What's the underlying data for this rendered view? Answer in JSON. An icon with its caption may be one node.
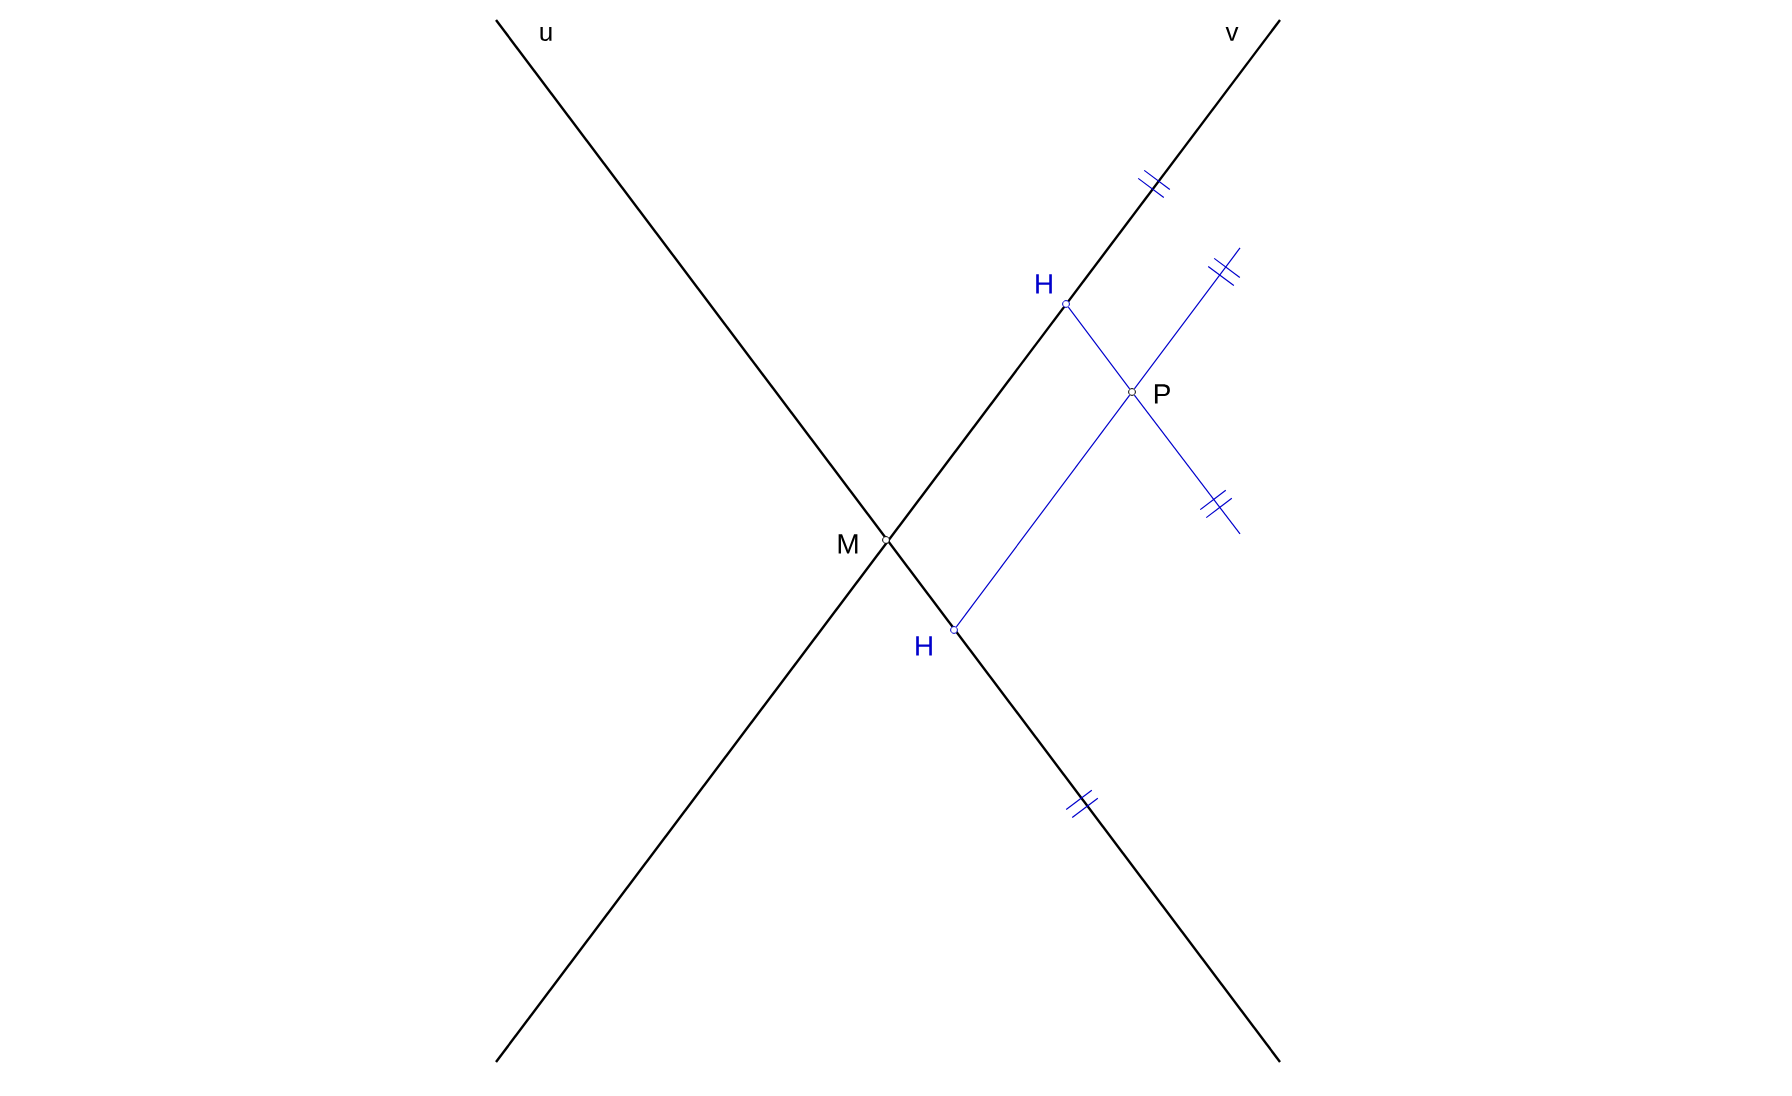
{
  "diagram": {
    "nodes": [
      {
        "text": [],
        "shape": "circle",
        "beside": [
          "M"
        ]
      },
      {
        "text": [],
        "shape": "circle",
        "beside": [
          "H"
        ]
      },
      {
        "text": [],
        "shape": "circle",
        "beside": [
          "P"
        ]
      },
      {
        "text": [],
        "shape": "circle",
        "beside": [
          "H"
        ]
      }
    ],
    "edges": [
      {
        "from": 1,
        "to": 2,
        "arrow": "none"
      },
      {
        "from": 3,
        "to": 2,
        "arrow": "none"
      }
    ],
    "labels": [
      "u",
      "v"
    ]
  }
}
